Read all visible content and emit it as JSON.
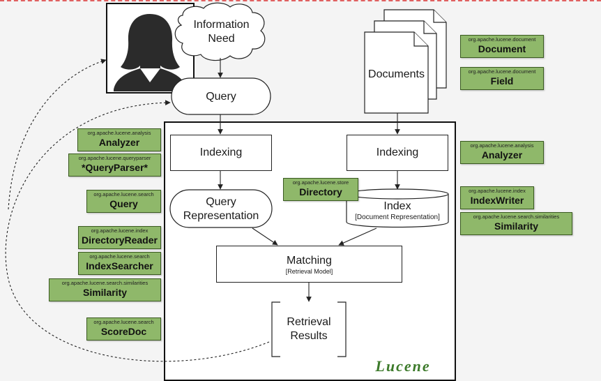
{
  "nodes": {
    "information_need": "Information\nNeed",
    "query": "Query",
    "documents": "Documents",
    "indexing_left": "Indexing",
    "indexing_right": "Indexing",
    "query_representation": "Query\nRepresentation",
    "index_title": "Index",
    "index_subtitle": "[Document Representation]",
    "matching_title": "Matching",
    "matching_subtitle": "[Retrieval Model]",
    "retrieval_results": "Retrieval\nResults",
    "logo": "Lucene"
  },
  "tags": [
    {
      "pkg": "org.apache.lucene.document",
      "cls": "Document"
    },
    {
      "pkg": "org.apache.lucene.document",
      "cls": "Field"
    },
    {
      "pkg": "org.apache.lucene.analysis",
      "cls": "Analyzer"
    },
    {
      "pkg": "org.apache.lucene.queryparser",
      "cls": "*QueryParser*"
    },
    {
      "pkg": "org.apache.lucene.search",
      "cls": "Query"
    },
    {
      "pkg": "org.apache.lucene.index",
      "cls": "DirectoryReader"
    },
    {
      "pkg": "org.apache.lucene.search",
      "cls": "IndexSearcher"
    },
    {
      "pkg": "org.apache.lucene.search.similarities",
      "cls": "Similarity"
    },
    {
      "pkg": "org.apache.lucene.search",
      "cls": "ScoreDoc"
    },
    {
      "pkg": "org.apache.lucene.store",
      "cls": "Directory"
    },
    {
      "pkg": "org.apache.lucene.analysis",
      "cls": "Analyzer"
    },
    {
      "pkg": "org.apache.lucene.index",
      "cls": "IndexWriter"
    },
    {
      "pkg": "org.apache.lucene.search.similarities",
      "cls": "Similarity"
    }
  ],
  "colors": {
    "tag_fill": "#8fb86a",
    "tag_border": "#3a5a20",
    "logo": "#3c7a2a"
  }
}
